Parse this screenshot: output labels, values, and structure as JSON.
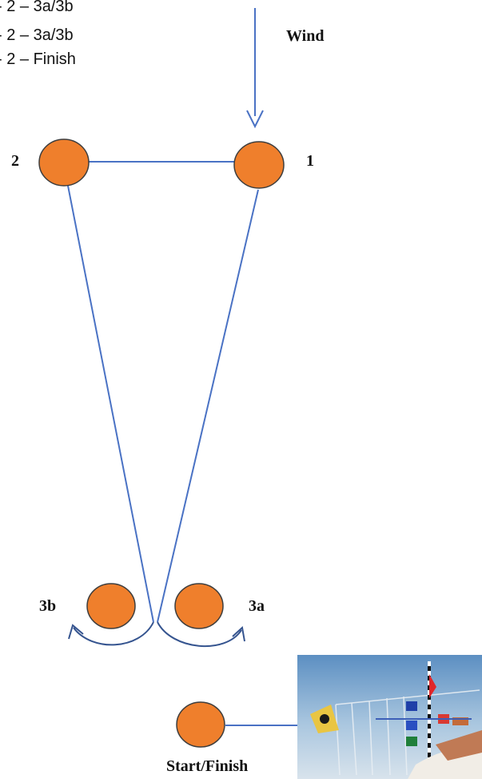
{
  "course_text": [
    "- 2 – 3a/3b",
    "- 2 – 3a/3b",
    "- 2 – Finish"
  ],
  "wind_label": "Wind",
  "marks": {
    "mark_1": "1",
    "mark_2": "2",
    "mark_3a": "3a",
    "mark_3b": "3b",
    "start_finish": "Start/Finish"
  },
  "colors": {
    "mark_fill": "#ef7f2c",
    "mark_stroke": "#3d3d3d",
    "line": "#4a72c4",
    "arrow": "#35548f"
  },
  "photo": {
    "subject": "committee-boat-signal-flags"
  }
}
